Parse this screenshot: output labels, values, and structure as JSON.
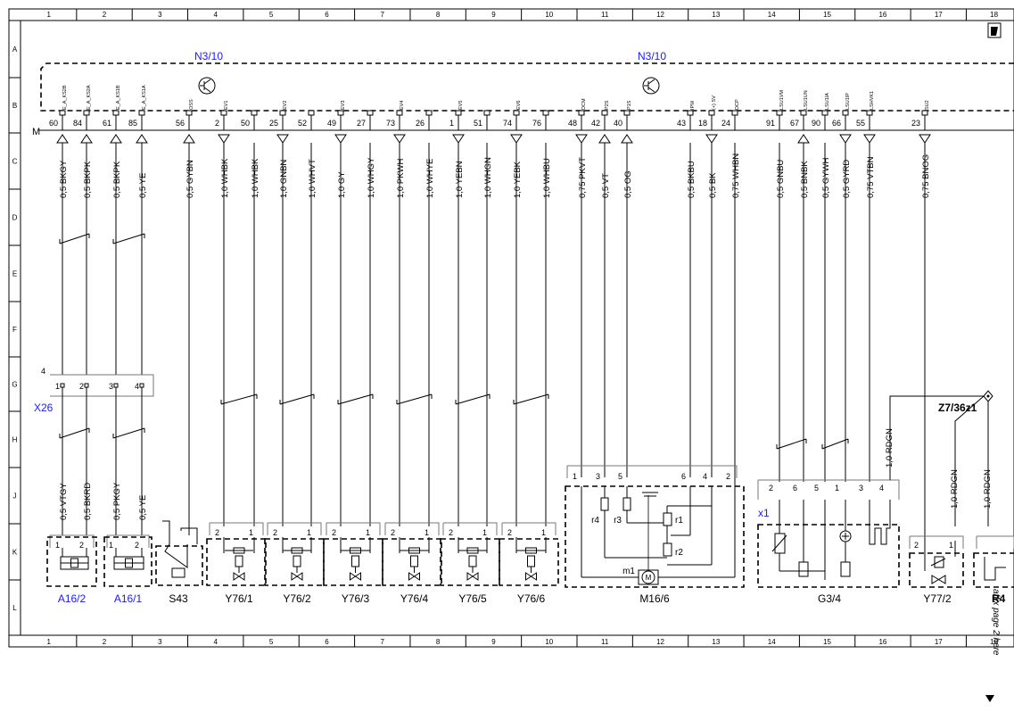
{
  "cols": [
    "1",
    "2",
    "3",
    "4",
    "5",
    "6",
    "7",
    "8",
    "9",
    "10",
    "11",
    "12",
    "13",
    "14",
    "15",
    "16",
    "17",
    "18"
  ],
  "rows": [
    "A",
    "B",
    "C",
    "D",
    "E",
    "F",
    "G",
    "H",
    "J",
    "K",
    "L"
  ],
  "ecu_labels": [
    "N3/10",
    "N3/10"
  ],
  "ground_label": "M",
  "pins": [
    {
      "num": "60",
      "sig": "E_A_KS2B",
      "wire": "0,5 BKGY",
      "dir": "up"
    },
    {
      "num": "84",
      "sig": "E_A_KS2A",
      "wire": "0,5 BKPK",
      "dir": "up"
    },
    {
      "num": "61",
      "sig": "E_A_KS1B",
      "wire": "0,5 BKPK",
      "dir": "up"
    },
    {
      "num": "85",
      "sig": "E_A_KS1A",
      "wire": "0,5 YE",
      "dir": "up"
    },
    {
      "num": "56",
      "sig": "OSS",
      "wire": "0,5 GYBN",
      "dir": "up"
    },
    {
      "num": "2",
      "sig": "EV1",
      "wire": "1,0 WHBK",
      "dir": "down"
    },
    {
      "num": "50",
      "sig": "",
      "wire": "1,0 WHBK",
      "dir": "none"
    },
    {
      "num": "25",
      "sig": "EV2",
      "wire": "1,0 GNBN",
      "dir": "down"
    },
    {
      "num": "52",
      "sig": "",
      "wire": "1,0 WHVT",
      "dir": "none"
    },
    {
      "num": "49",
      "sig": "EV3",
      "wire": "1,0 GY",
      "dir": "down"
    },
    {
      "num": "27",
      "sig": "",
      "wire": "1,0 WHGY",
      "dir": "none"
    },
    {
      "num": "73",
      "sig": "EV4",
      "wire": "1,0 PKWH",
      "dir": "down"
    },
    {
      "num": "26",
      "sig": "",
      "wire": "1,0 WHYE",
      "dir": "none"
    },
    {
      "num": "1",
      "sig": "EV5",
      "wire": "1,0 YEBN",
      "dir": "down"
    },
    {
      "num": "51",
      "sig": "",
      "wire": "1,0 WHGN",
      "dir": "none"
    },
    {
      "num": "74",
      "sig": "EV6",
      "wire": "1,0 YEBK",
      "dir": "down"
    },
    {
      "num": "76",
      "sig": "",
      "wire": "1,0 WHBU",
      "dir": "none"
    },
    {
      "num": "48",
      "sig": "DCM",
      "wire": "0,75 PKVT",
      "dir": "down"
    },
    {
      "num": "42",
      "sig": "P2S",
      "wire": "0,5 VT",
      "dir": "up"
    },
    {
      "num": "40",
      "sig": "P1S",
      "wire": "0,5 OG",
      "dir": "up"
    },
    {
      "num": "43",
      "sig": "IPM",
      "wire": "0,5 BKBU",
      "dir": "none"
    },
    {
      "num": "18",
      "sig": "(+) SV",
      "wire": "0,5 BK",
      "dir": "down"
    },
    {
      "num": "24",
      "sig": "DCP",
      "wire": "0,75 WHBN",
      "dir": "none"
    },
    {
      "num": "91",
      "sig": "LSU1VM",
      "wire": "0,5 GNBU",
      "dir": "none"
    },
    {
      "num": "67",
      "sig": "LSU1UN",
      "wire": "0,5 BNBK",
      "dir": "up"
    },
    {
      "num": "90",
      "sig": "LSU1IA",
      "wire": "0,5 GYWH",
      "dir": "none"
    },
    {
      "num": "66",
      "sig": "LSU1IP",
      "wire": "0,5 GYRD",
      "dir": "down"
    },
    {
      "num": "55",
      "sig": "LSHVK1",
      "wire": "0,75 VTBN",
      "dir": "down"
    },
    {
      "num": "23",
      "sig": "SU2",
      "wire": "0,75 BNOG",
      "dir": "down"
    }
  ],
  "x26": {
    "label": "X26",
    "num": "4",
    "pins": [
      "1",
      "2",
      "3",
      "4"
    ]
  },
  "lower_wires": [
    "0,5 VTGY",
    "0,5 BKRD",
    "0,5 PKGY",
    "0,5 YE"
  ],
  "components": [
    {
      "label": "A16/2",
      "pins": [
        "1",
        "2"
      ],
      "blue": true
    },
    {
      "label": "A16/1",
      "pins": [
        "1",
        "2"
      ],
      "blue": true
    },
    {
      "label": "S43",
      "pins": [],
      "blue": false
    },
    {
      "label": "Y76/1",
      "pins": [
        "2",
        "1"
      ],
      "blue": false
    },
    {
      "label": "Y76/2",
      "pins": [
        "2",
        "1"
      ],
      "blue": false
    },
    {
      "label": "Y76/3",
      "pins": [
        "2",
        "1"
      ],
      "blue": false
    },
    {
      "label": "Y76/4",
      "pins": [
        "2",
        "1"
      ],
      "blue": false
    },
    {
      "label": "Y76/5",
      "pins": [
        "2",
        "1"
      ],
      "blue": false
    },
    {
      "label": "Y76/6",
      "pins": [
        "2",
        "1"
      ],
      "blue": false
    },
    {
      "label": "M16/6",
      "pins": [],
      "blue": false
    },
    {
      "label": "G3/4",
      "pins": [],
      "blue": false
    },
    {
      "label": "Y77/2",
      "pins": [
        "2",
        "1"
      ],
      "blue": false
    },
    {
      "label": "R4",
      "pins": [],
      "blue": false
    }
  ],
  "m16": {
    "pins": [
      "1",
      "3",
      "5",
      "6",
      "4",
      "2"
    ],
    "r4": "r4",
    "r3": "r3",
    "r1": "r1",
    "r2": "r2",
    "m1": "m1",
    "motor": "M"
  },
  "g34": {
    "conn": "x1",
    "pins": [
      "2",
      "6",
      "5",
      "1",
      "3",
      "4"
    ]
  },
  "z7": {
    "label": "Z7/36z1",
    "wires": [
      "1,0 RDGN",
      "1,0 RDGN",
      "1,0 RDGN"
    ]
  },
  "side_note": "affix page 2 here"
}
